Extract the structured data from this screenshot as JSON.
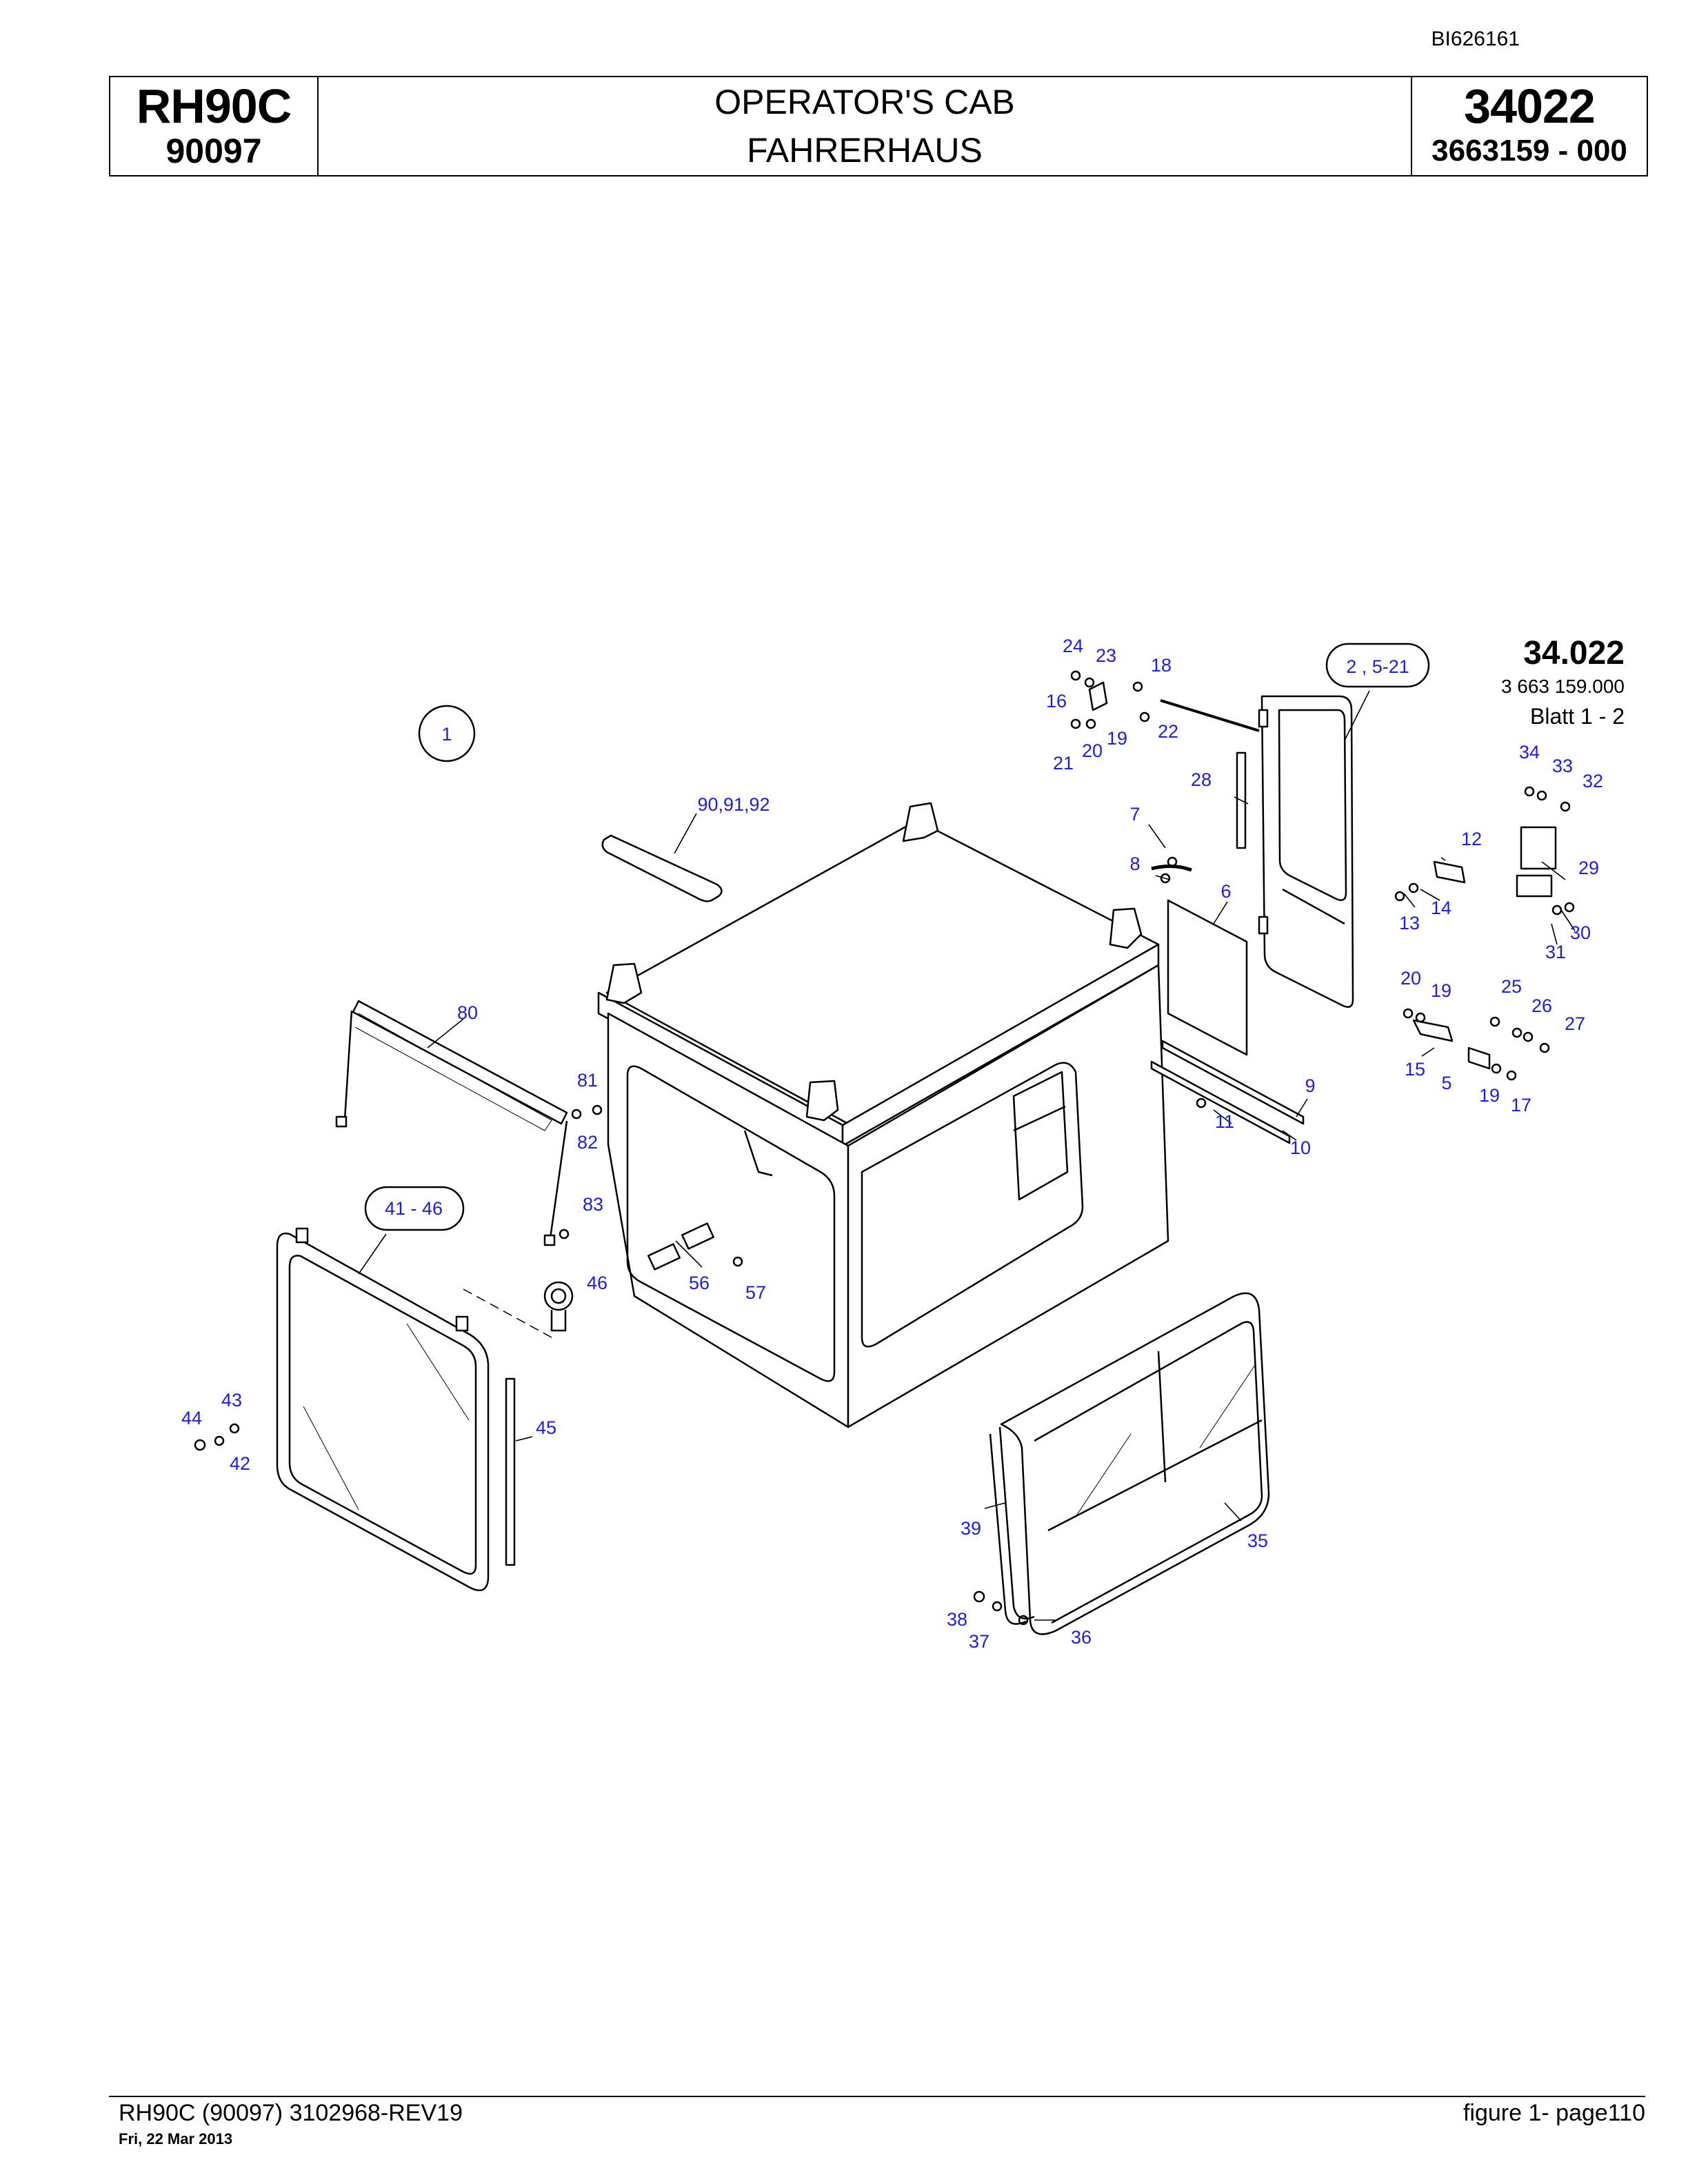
{
  "document": {
    "doc_id": "BI626161"
  },
  "title_block": {
    "model": "RH90C",
    "serial": "90097",
    "title_en": "OPERATOR'S CAB",
    "title_de": "FAHRERHAUS",
    "group_number": "34022",
    "part_number": "3663159  - 000"
  },
  "figure_ref": {
    "number": "34.022",
    "part": "3 663 159.000",
    "sheet": "Blatt 1 - 2"
  },
  "callouts": {
    "c1": "1",
    "c2_21": "2 , 5-21",
    "c90": "90,91,92",
    "c80": "80",
    "c81": "81",
    "c82": "82",
    "c83": "83",
    "c41_46": "41 - 46",
    "c46": "46",
    "c45": "45",
    "c43": "43",
    "c44": "44",
    "c42": "42",
    "c56": "56",
    "c57": "57",
    "c24": "24",
    "c23": "23",
    "c18": "18",
    "c16": "16",
    "c22": "22",
    "c19a": "19",
    "c20a": "20",
    "c21": "21",
    "c28": "28",
    "c7": "7",
    "c8": "8",
    "c6": "6",
    "c9": "9",
    "c11": "11",
    "c10": "10",
    "c12": "12",
    "c13": "13",
    "c14": "14",
    "c34": "34",
    "c33": "33",
    "c32": "32",
    "c29": "29",
    "c30": "30",
    "c31": "31",
    "c20b": "20",
    "c19b": "19",
    "c25": "25",
    "c26": "26",
    "c27": "27",
    "c15": "15",
    "c5": "5",
    "c19c": "19",
    "c17": "17",
    "c39": "39",
    "c35": "35",
    "c38": "38",
    "c37": "37",
    "c36": "36"
  },
  "footer": {
    "left": "RH90C (90097) 3102968-REV19",
    "date": "Fri, 22 Mar 2013",
    "right": "figure  1- page110"
  }
}
